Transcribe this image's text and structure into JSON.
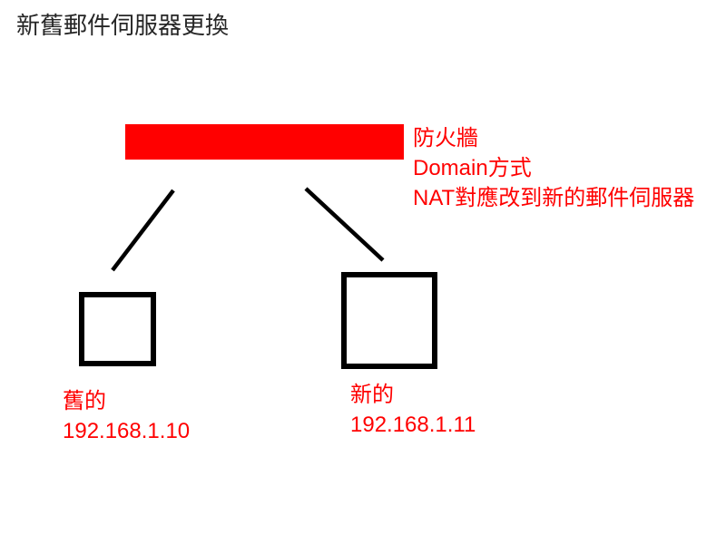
{
  "page": {
    "title": "新舊郵件伺服器更換"
  },
  "diagram": {
    "firewall": {
      "shape": "red-bar",
      "color": "#ff0000",
      "note_lines": {
        "line1": "防火牆",
        "line2": "Domain方式",
        "line3": "NAT對應改到新的郵件伺服器"
      }
    },
    "old_server": {
      "name": "舊的",
      "ip": "192.168.1.10"
    },
    "new_server": {
      "name": "新的",
      "ip": "192.168.1.11"
    },
    "colors": {
      "accent_red": "#ff0000",
      "shape_outline": "#000000",
      "title_text": "#262626",
      "background": "#ffffff"
    }
  }
}
